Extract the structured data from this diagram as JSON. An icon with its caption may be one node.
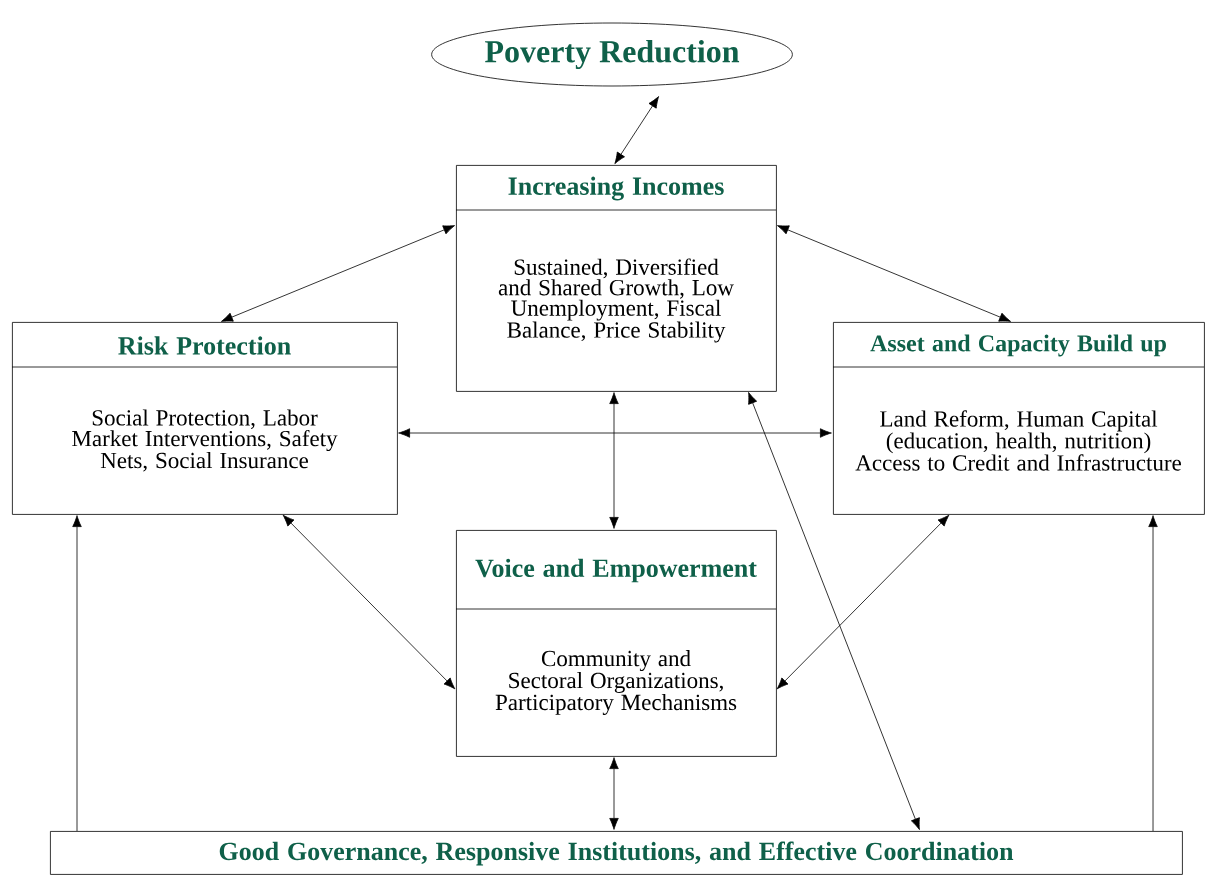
{
  "diagram": {
    "nodes": [
      {
        "text": [
          "Poverty Reduction"
        ]
      },
      {
        "text": [
          "Increasing Incomes",
          "Sustained, Diversified and Shared Growth, Low Unemployment, Fiscal Balance, Price Stability"
        ]
      },
      {
        "text": [
          "Risk Protection",
          "Social Protection, Labor Market Interventions, Safety Nets, Social Insurance"
        ]
      },
      {
        "text": [
          "Asset and Capacity Build up",
          "Land Reform, Human Capital (education, health, nutrition) Access to Credit and Infrastructure"
        ]
      },
      {
        "text": [
          "Voice and Empowerment",
          "Community and Sectoral Organizations, Participatory Mechanisms"
        ]
      },
      {
        "text": [
          "Good Governance, Responsive Institutions, and Effective Coordination"
        ]
      }
    ],
    "edges": [
      {
        "from": 0,
        "to": 1,
        "arrow": "both"
      },
      {
        "from": 1,
        "to": 2,
        "arrow": "both"
      },
      {
        "from": 1,
        "to": 3,
        "arrow": "both"
      },
      {
        "from": 2,
        "to": 3,
        "arrow": "both"
      },
      {
        "from": 1,
        "to": 4,
        "arrow": "both"
      },
      {
        "from": 2,
        "to": 4,
        "arrow": "both"
      },
      {
        "from": 3,
        "to": 4,
        "arrow": "both"
      },
      {
        "from": 1,
        "to": 5,
        "arrow": "both"
      },
      {
        "from": 4,
        "to": 5,
        "arrow": "both"
      },
      {
        "from": 5,
        "to": 2,
        "arrow": "to"
      },
      {
        "from": 5,
        "to": 3,
        "arrow": "to"
      }
    ]
  }
}
